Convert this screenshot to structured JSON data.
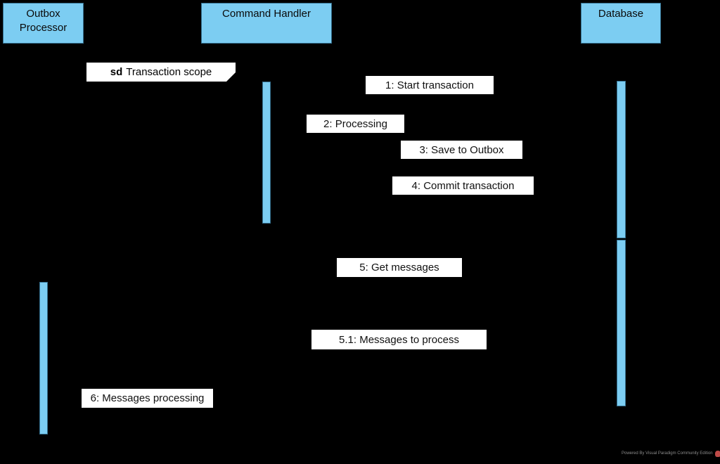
{
  "colors": {
    "background": "#000000",
    "shape-fill": "#7CCDF2",
    "shape-border": "#35708F",
    "label-bg": "#FFFFFF",
    "watermark-text": "#8C8C8C",
    "watermark-logo": "#BE4B48"
  },
  "diagram": {
    "type": "uml-sequence-diagram",
    "actors": [
      {
        "id": "outbox-processor",
        "lines": [
          "Outbox",
          "Processor"
        ]
      },
      {
        "id": "command-handler",
        "lines": [
          "Command Handler"
        ]
      },
      {
        "id": "database",
        "lines": [
          "Database"
        ]
      }
    ],
    "frame": {
      "keyword": "sd",
      "title": "Transaction scope"
    },
    "messages": [
      {
        "label": "1: Start transaction",
        "from": "command-handler",
        "to": "database"
      },
      {
        "label": "2: Processing",
        "from": "command-handler",
        "to": "command-handler"
      },
      {
        "label": "3: Save to Outbox",
        "from": "command-handler",
        "to": "database"
      },
      {
        "label": "4: Commit transaction",
        "from": "command-handler",
        "to": "database"
      },
      {
        "label": "5: Get messages",
        "from": "outbox-processor",
        "to": "database"
      },
      {
        "label": "5.1: Messages to process",
        "from": "database",
        "to": "outbox-processor"
      },
      {
        "label": "6: Messages processing",
        "from": "outbox-processor",
        "to": "outbox-processor"
      }
    ]
  },
  "watermark": {
    "text": "Powered By Visual Paradigm Community Edition"
  }
}
